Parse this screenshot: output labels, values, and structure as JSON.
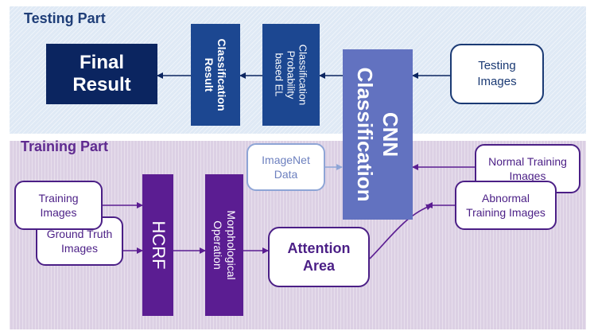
{
  "sections": {
    "testing_title": "Testing Part",
    "training_title": "Training Part"
  },
  "nodes": {
    "final_result": "Final\nResult",
    "classification_result": "Classification\nResult",
    "classification_probability": "Classification\nProbability\nbased EL",
    "cnn_classification": "CNN\nClassification",
    "testing_images": "Testing\nImages",
    "imagenet_data": "ImageNet\nData",
    "normal_training_images": "Normal Training\nImages",
    "abnormal_training_images": "Abnormal\nTraining Images",
    "training_images": "Training\nImages",
    "ground_truth_images": "Ground Truth\nImages",
    "hcrf": "HCRF",
    "morphological_operation": "Morphological\nOperation",
    "attention_area": "Attention\nArea"
  },
  "colors": {
    "testing_background": "#dfe9f5",
    "training_background": "#dcd0e4",
    "navy": "#0b2560",
    "blue": "#1c4791",
    "cnn_blue": "#6272c0",
    "purple": "#5b1d92",
    "outline_purple": "#4b1f86",
    "outline_blue": "#1b3a74",
    "imagenet_outline": "#8ea5d6"
  }
}
